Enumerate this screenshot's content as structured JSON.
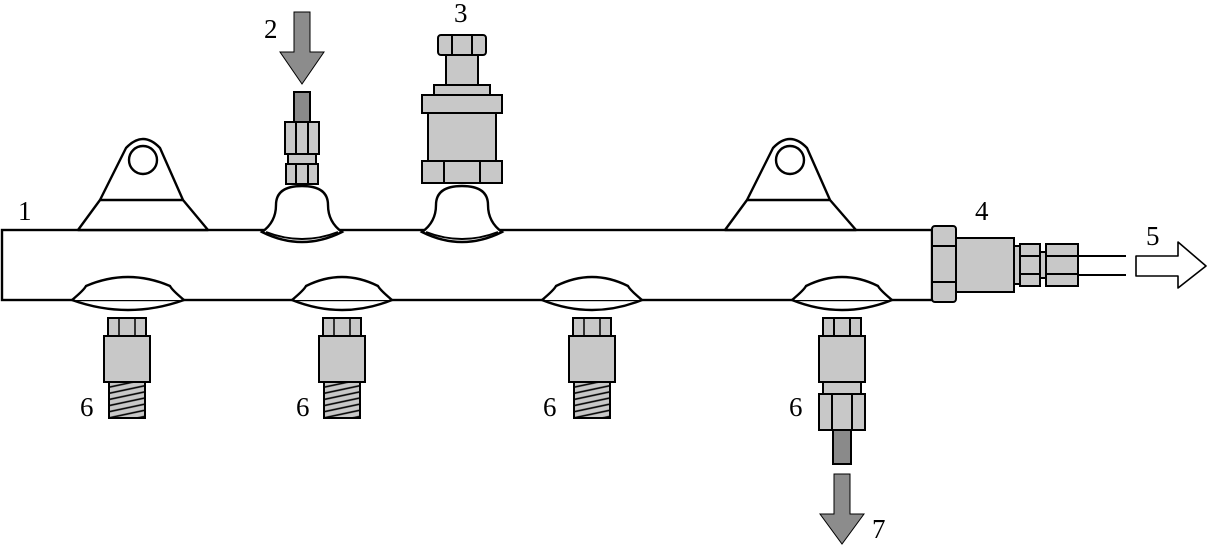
{
  "labels": {
    "rail": "1",
    "inlet": "2",
    "pressure_limiter": "3",
    "sensor": "4",
    "sensor_output": "5",
    "injector_port_1": "6",
    "injector_port_2": "6",
    "injector_port_3": "6",
    "injector_port_4": "6",
    "outlet": "7"
  },
  "colors": {
    "stroke": "#000000",
    "fitting_gray": "#c8c8c8",
    "dark_gray": "#8a8a8a",
    "arrow_gray": "#8c8c8c",
    "background": "#ffffff"
  }
}
